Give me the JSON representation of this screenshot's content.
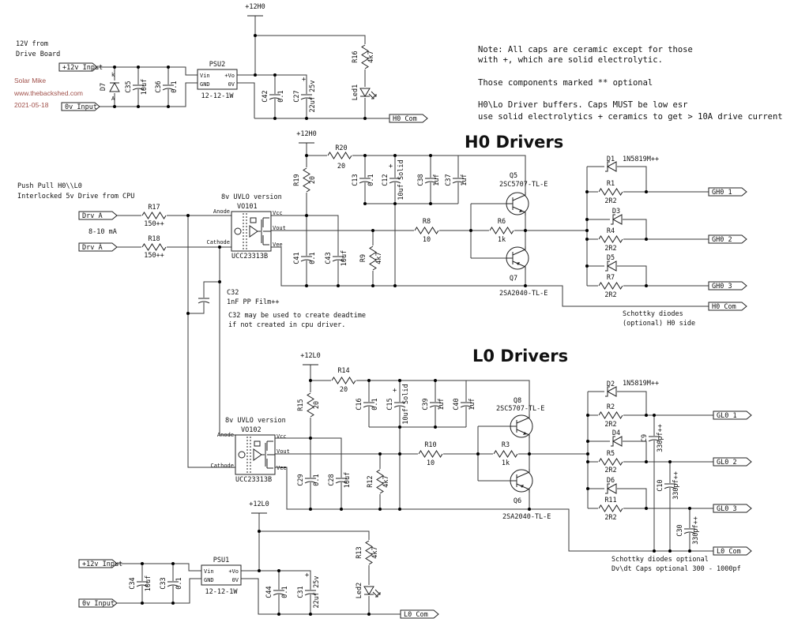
{
  "watermark": {
    "author": "Solar Mike",
    "site": "www.thebackshed.com",
    "date": "2021-05-18"
  },
  "source_note": [
    "12V from",
    "Drive Board"
  ],
  "notes": [
    "Note: All caps are ceramic except for those",
    "with +, which are solid electrolytic.",
    "Those components marked ** optional",
    "H0\\Lo Driver buffers. Caps MUST be low esr",
    "use solid electrolytics + ceramics to get > 10A drive current"
  ],
  "titles": {
    "h0": "H0 Drivers",
    "l0": "L0 Drivers"
  },
  "input": {
    "desc": [
      "Push Pull H0\\\\L0",
      "Interlocked 5v Drive from CPU"
    ],
    "current": "8-10 mA"
  },
  "c32_comment": [
    "C32 may be used to create deadtime",
    "if not created in cpu driver."
  ],
  "schottky_h0": [
    "Schottky diodes",
    "(optional) H0 side"
  ],
  "schottky_l0": [
    "Schottky diodes optional",
    "Dv\\dt Caps optional 300 - 1000pf"
  ],
  "rails": {
    "h0_top": "+12H0",
    "h0_drv": "+12H0",
    "l0_drv": "+12L0",
    "l0_bot": "+12L0"
  },
  "ports": {
    "in12_top": "+12v_Input",
    "in0_top": "0v_Input",
    "h0com_top": "H0_Com",
    "drv_a": "Drv_A",
    "drv_abar": "Drv_Ā",
    "gh0_1": "GH0_1",
    "gh0_2": "GH0_2",
    "gh0_3": "GH0_3",
    "h0com_drv": "H0_Com",
    "gl0_1": "GL0_1",
    "gl0_2": "GL0_2",
    "gl0_3": "GL0_3",
    "l0com_drv": "L0_Com",
    "in12_bot": "+12v_Input",
    "in0_bot": "0v_Input",
    "l0com_bot": "L0_Com"
  },
  "psu": {
    "psu2": {
      "ref": "PSU2",
      "part": "12-12-1W",
      "pins": [
        "Vin",
        "GND",
        "+Vo",
        "0V"
      ]
    },
    "psu1": {
      "ref": "PSU1",
      "part": "12-12-1W",
      "pins": [
        "Vin",
        "GND",
        "+Vo",
        "0V"
      ]
    }
  },
  "opto": {
    "vo101": {
      "note": "8v UVLO version",
      "ref": "VO101",
      "part": "UCC23313B",
      "pins": [
        "Anode",
        "Cathode",
        "Vcc",
        "Vout",
        "Vee"
      ]
    },
    "vo102": {
      "note": "8v UVLO version",
      "ref": "VO102",
      "part": "UCC23313B",
      "pins": [
        "Anode",
        "Cathode",
        "Vcc",
        "Vout",
        "Vee"
      ]
    }
  },
  "c": {
    "D7": {
      "ref": "D7",
      "k": "k",
      "a": "A"
    },
    "C35": {
      "ref": "C35",
      "val": "10uf"
    },
    "C36": {
      "ref": "C36",
      "val": "0.1"
    },
    "C42": {
      "ref": "C42",
      "val": "0.1"
    },
    "C27": {
      "ref": "C27",
      "val": "22uf 25v",
      "pol": "+"
    },
    "R16": {
      "ref": "R16",
      "val": "4k7"
    },
    "Led1": {
      "ref": "Led1"
    },
    "R20": {
      "ref": "R20",
      "val": "20"
    },
    "R19": {
      "ref": "R19",
      "val": "20"
    },
    "C13": {
      "ref": "C13",
      "val": "0.1"
    },
    "C12": {
      "ref": "C12",
      "val": "10uf Solid",
      "pol": "+"
    },
    "C38": {
      "ref": "C38",
      "val": "1uf"
    },
    "C37": {
      "ref": "C37",
      "val": "1uf"
    },
    "Q5": {
      "ref": "Q5",
      "val": "2SC5707-TL-E"
    },
    "Q7": {
      "ref": "Q7",
      "val": "2SA2040-TL-E"
    },
    "R8": {
      "ref": "R8",
      "val": "10"
    },
    "R6": {
      "ref": "R6",
      "val": "1k"
    },
    "C41": {
      "ref": "C41",
      "val": "0.1"
    },
    "C43": {
      "ref": "C43",
      "val": "10uf"
    },
    "R9": {
      "ref": "R9",
      "val": "4k7"
    },
    "R17": {
      "ref": "R17",
      "val": "150++"
    },
    "R18": {
      "ref": "R18",
      "val": "150++"
    },
    "C32": {
      "ref": "C32",
      "val": "1nF PP Film++"
    },
    "D1": {
      "ref": "D1",
      "val": "1N5819M++"
    },
    "D3": {
      "ref": "D3"
    },
    "D5": {
      "ref": "D5"
    },
    "R1": {
      "ref": "R1",
      "val": "2R2"
    },
    "R4": {
      "ref": "R4",
      "val": "2R2"
    },
    "R7": {
      "ref": "R7",
      "val": "2R2"
    },
    "R14": {
      "ref": "R14",
      "val": "20"
    },
    "R15": {
      "ref": "R15",
      "val": "20"
    },
    "C16": {
      "ref": "C16",
      "val": "0.1"
    },
    "C15": {
      "ref": "C15",
      "val": "10uf Solid",
      "pol": "+"
    },
    "C39": {
      "ref": "C39",
      "val": "1uf"
    },
    "C40": {
      "ref": "C40",
      "val": "1uf"
    },
    "Q8": {
      "ref": "Q8",
      "val": "2SC5707-TL-E"
    },
    "Q6": {
      "ref": "Q6",
      "val": "2SA2040-TL-E"
    },
    "R10": {
      "ref": "R10",
      "val": "10"
    },
    "R3": {
      "ref": "R3",
      "val": "1k"
    },
    "C29": {
      "ref": "C29",
      "val": "0.1"
    },
    "C28": {
      "ref": "C28",
      "val": "10uf"
    },
    "R12": {
      "ref": "R12",
      "val": "4k7"
    },
    "D2": {
      "ref": "D2",
      "val": "1N5819M++"
    },
    "D4": {
      "ref": "D4"
    },
    "D6": {
      "ref": "D6"
    },
    "R2": {
      "ref": "R2",
      "val": "2R2"
    },
    "R5": {
      "ref": "R5",
      "val": "2R2"
    },
    "R11": {
      "ref": "R11",
      "val": "2R2"
    },
    "C9": {
      "ref": "C9",
      "val": "330pf++"
    },
    "C10": {
      "ref": "C10",
      "val": "330pf++"
    },
    "C30": {
      "ref": "C30",
      "val": "330pf++"
    },
    "C34": {
      "ref": "C34",
      "val": "10uf"
    },
    "C33": {
      "ref": "C33",
      "val": "0.1"
    },
    "C44": {
      "ref": "C44",
      "val": "0.1"
    },
    "C31": {
      "ref": "C31",
      "val": "22uf 25v",
      "pol": "+"
    },
    "R13": {
      "ref": "R13",
      "val": "4k7"
    },
    "Led2": {
      "ref": "Led2"
    }
  },
  "colors": {
    "wire": "#3a3a3a",
    "watermark": "#a0504a",
    "junction": "#000000"
  }
}
